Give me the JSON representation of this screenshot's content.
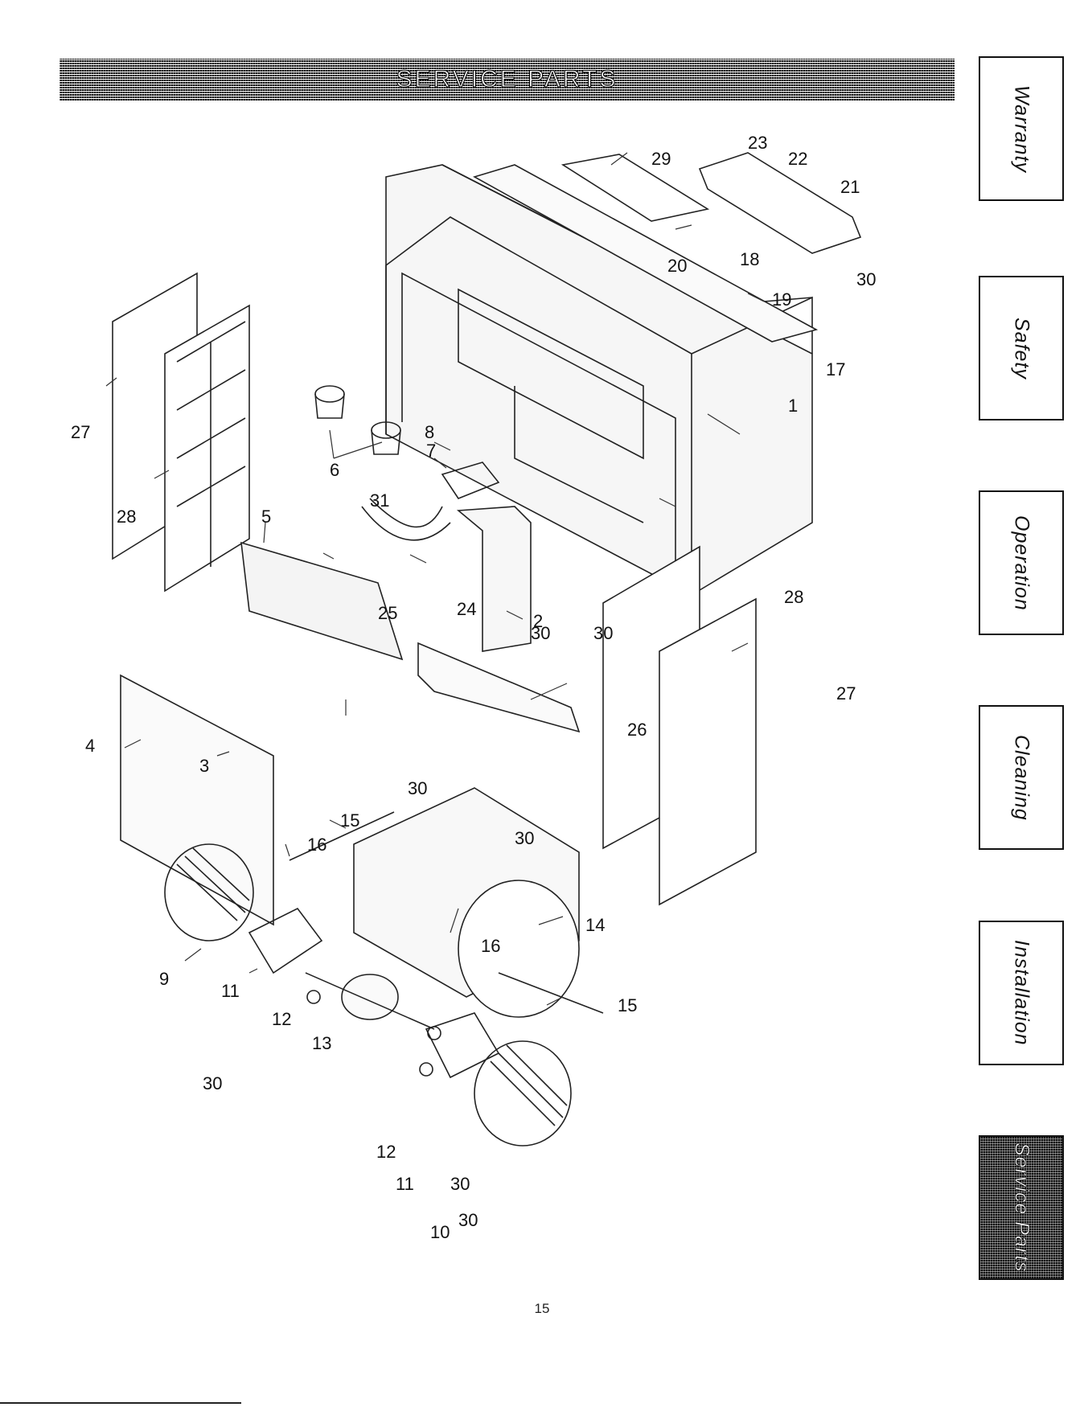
{
  "banner": {
    "title": "SERVICE PARTS"
  },
  "tabs": [
    {
      "label": "Warranty",
      "active": false
    },
    {
      "label": "Safety",
      "active": false
    },
    {
      "label": "Operation",
      "active": false
    },
    {
      "label": "Cleaning",
      "active": false
    },
    {
      "label": "Installation",
      "active": false
    },
    {
      "label": "Service Parts",
      "active": true
    }
  ],
  "callouts": [
    "1",
    "2",
    "3",
    "4",
    "5",
    "6",
    "7",
    "8",
    "9",
    "10",
    "11",
    "11",
    "12",
    "12",
    "13",
    "14",
    "15",
    "15",
    "16",
    "16",
    "17",
    "18",
    "19",
    "20",
    "21",
    "22",
    "23",
    "24",
    "25",
    "26",
    "27",
    "27",
    "28",
    "28",
    "29",
    "30",
    "30",
    "30",
    "30",
    "30",
    "30",
    "30",
    "30",
    "31"
  ],
  "page_number": "15"
}
